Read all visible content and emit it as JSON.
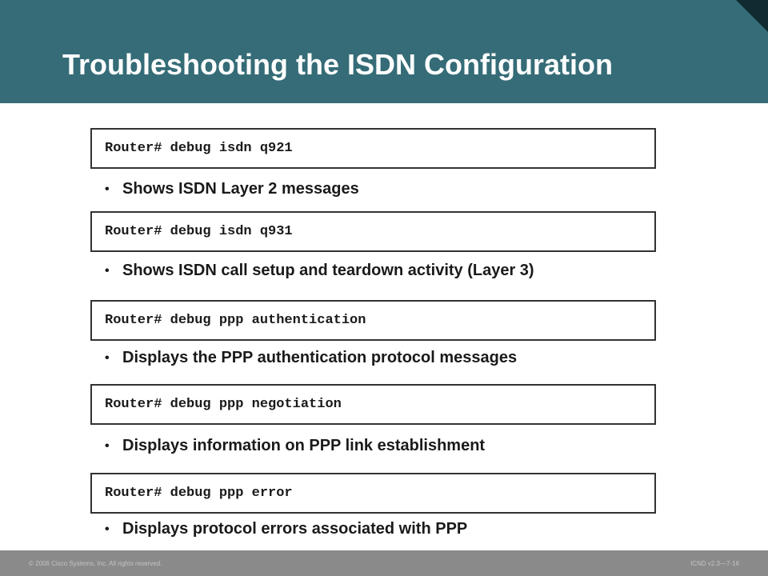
{
  "slide": {
    "title": "Troubleshooting the ISDN Configuration"
  },
  "items": [
    {
      "command": "Router# debug isdn q921",
      "bullet": "Shows ISDN Layer 2 messages"
    },
    {
      "command": "Router# debug isdn q931",
      "bullet": "Shows ISDN call setup and teardown activity (Layer 3)"
    },
    {
      "command": "Router# debug ppp authentication",
      "bullet": "Displays the PPP authentication protocol messages"
    },
    {
      "command": "Router# debug ppp negotiation",
      "bullet": "Displays information on PPP link establishment"
    },
    {
      "command": "Router# debug ppp error",
      "bullet": "Displays protocol errors associated with PPP"
    }
  ],
  "bullet_glyph": "•",
  "footer": {
    "copyright": "© 2006 Cisco Systems, Inc. All rights reserved.",
    "page_ref": "ICND v2.3—7-16"
  },
  "colors": {
    "header_bg": "#356c77",
    "corner": "#0f2b31",
    "footer_bg": "#8a8a8a"
  }
}
